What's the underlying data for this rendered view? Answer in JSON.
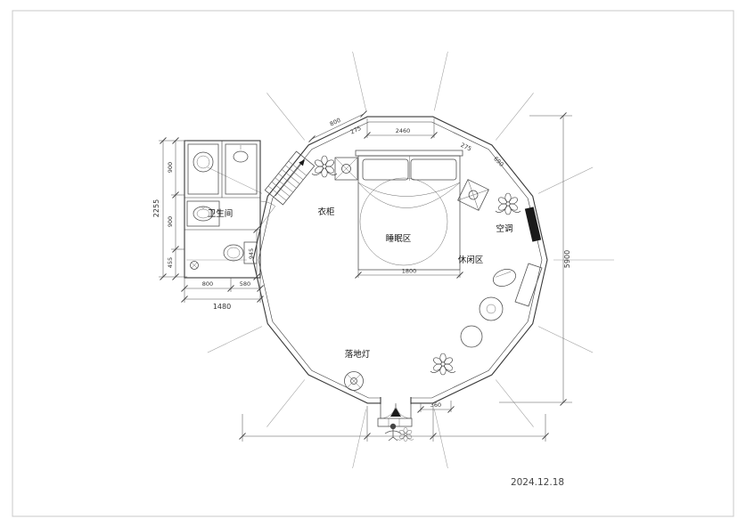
{
  "meta": {
    "date": "2024.12.18"
  },
  "labels": {
    "bathroom": "卫生间",
    "wardrobe": "衣柜",
    "sleeping_area": "睡眠区",
    "leisure_area": "休闲区",
    "air_conditioner": "空调",
    "floor_lamp": "落地灯"
  },
  "dimensions": {
    "left_total": "2255",
    "left_seg_1": "900",
    "left_seg_2": "900",
    "left_seg_3": "455",
    "bath_bottom_seg_1": "800",
    "bath_bottom_seg_2": "580",
    "bath_bottom_total": "1480",
    "bath_side": "945",
    "top_seg_1": "800",
    "top_seg_2": "275",
    "top_center": "2460",
    "top_seg_3": "275",
    "top_seg_4": "690",
    "bed_width": "1800",
    "entry_width": "360",
    "overall_height": "5900"
  },
  "colors": {
    "line": "#3a3a3a",
    "dim": "#555555",
    "accent_black": "#1a1a1a"
  }
}
